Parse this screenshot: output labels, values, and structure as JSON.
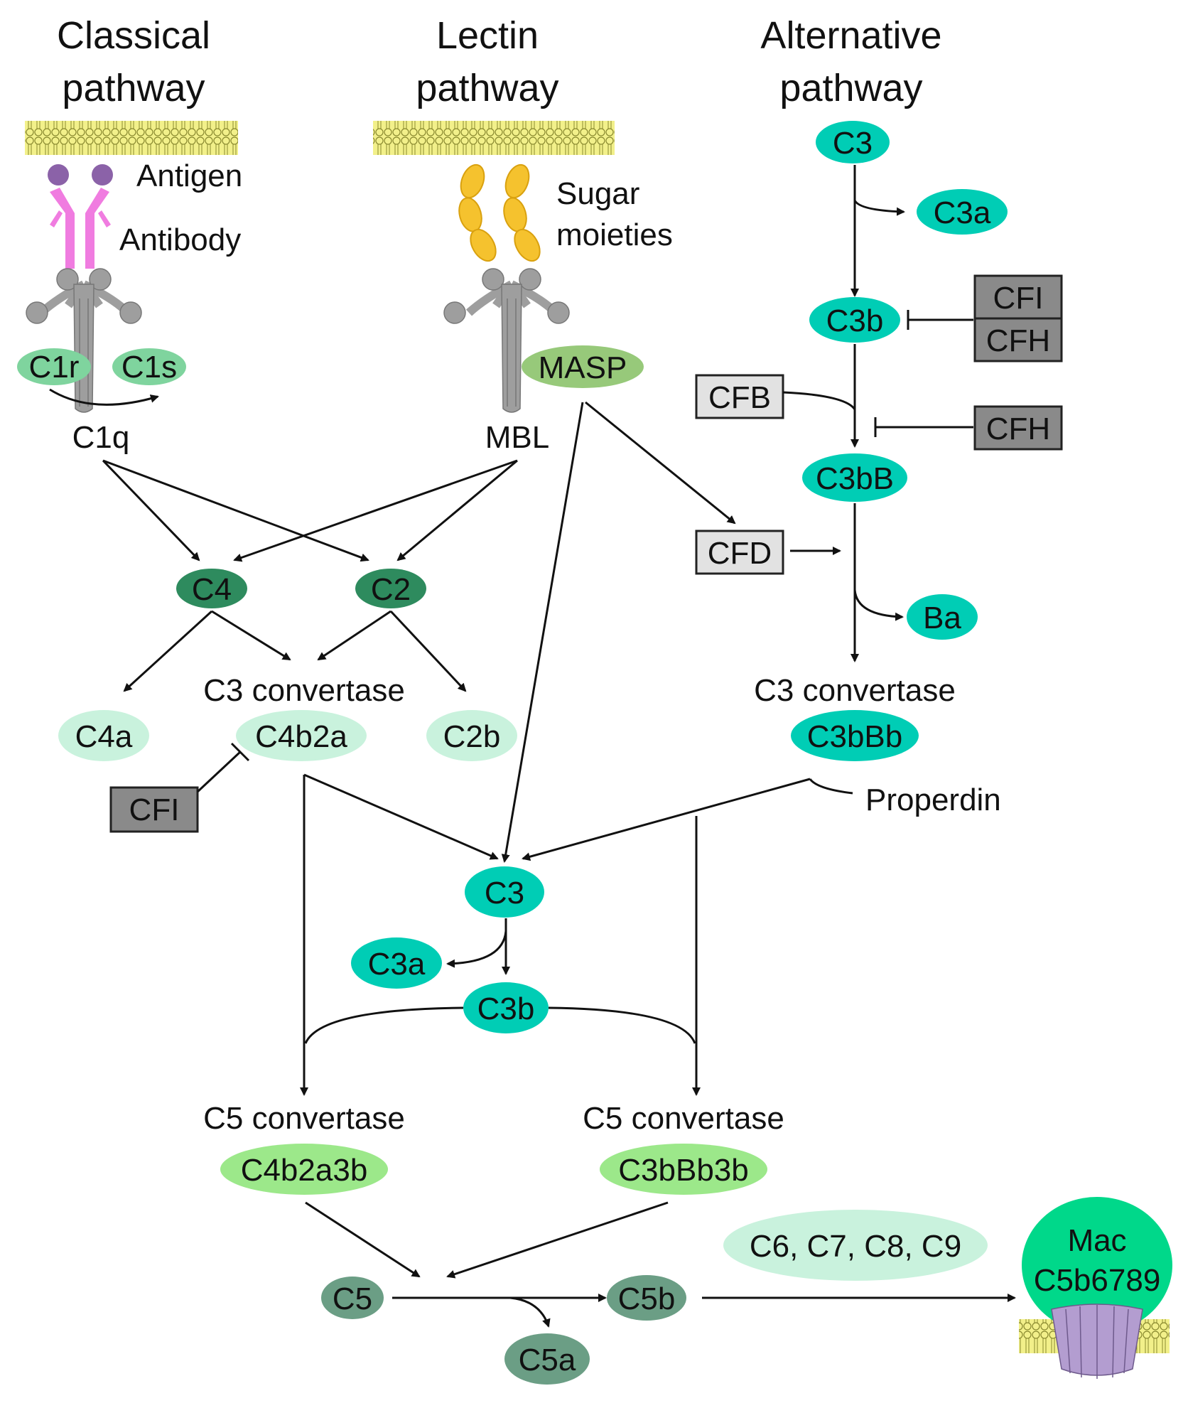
{
  "titles": {
    "classical_1": "Classical",
    "classical_2": "pathway",
    "lectin_1": "Lectin",
    "lectin_2": "pathway",
    "alternative_1": "Alternative",
    "alternative_2": "pathway"
  },
  "classical": {
    "antigen": "Antigen",
    "antibody": "Antibody",
    "c1r": "C1r",
    "c1s": "C1s",
    "c1q": "C1q",
    "c4": "C4",
    "c2": "C2",
    "c4a": "C4a",
    "c2b": "C2b",
    "c3_convertase": "C3 convertase",
    "c4b2a": "C4b2a",
    "cfi": "CFI"
  },
  "lectin": {
    "sugar_1": "Sugar",
    "sugar_2": "moieties",
    "masp": "MASP",
    "mbl": "MBL"
  },
  "alternative": {
    "c3": "C3",
    "c3a": "C3a",
    "c3b": "C3b",
    "cfi": "CFI",
    "cfh_top": "CFH",
    "cfb": "CFB",
    "cfh": "CFH",
    "c3bb": "C3bB",
    "cfd": "CFD",
    "ba": "Ba",
    "c3_convertase": "C3 convertase",
    "c3bbb": "C3bBb",
    "properdin": "Properdin"
  },
  "common": {
    "c3": "C3",
    "c3a": "C3a",
    "c3b": "C3b",
    "c5_convertase_left": "C5 convertase",
    "c4b2a3b": "C4b2a3b",
    "c5_convertase_right": "C5 convertase",
    "c3bbb3b": "C3bBb3b",
    "c5": "C5",
    "c5a": "C5a",
    "c5b": "C5b",
    "c6789": "C6, C7, C8, C9",
    "mac_1": "Mac",
    "mac_2": "C5b6789"
  },
  "colors": {
    "teal": "#00CDB5",
    "dark_green": "#2E8B5E",
    "pale_green": "#C9F2DD",
    "mid_green": "#7FD49E",
    "lime": "#9CE88A",
    "olive_green": "#97C97A",
    "gray_green": "#6B9E85",
    "mac_green": "#00D88A",
    "regulator_gray": "#8A8A8A",
    "factor_light_gray": "#E2E2E2",
    "antibody_pink": "#F07CE0",
    "antigen_purple": "#8B62A8",
    "sugar_yellow": "#F5C22E",
    "membrane_yellow": "#F2F08A",
    "receptor_gray": "#9E9E9E",
    "pore_purple": "#B39DD0"
  }
}
